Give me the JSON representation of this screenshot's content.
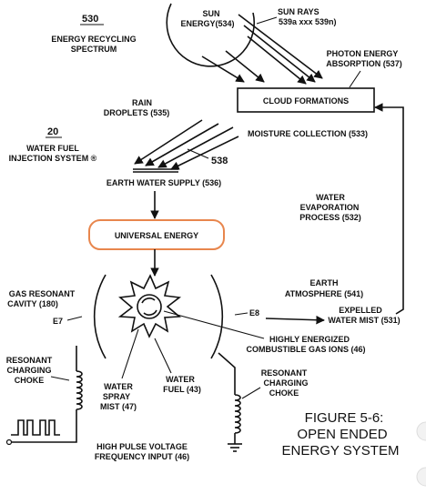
{
  "figure": {
    "number_label": "530",
    "spectrum_label": [
      "ENERGY RECYCLING",
      "SPECTRUM"
    ],
    "caption": [
      "FIGURE 5-6:",
      "OPEN ENDED",
      "ENERGY SYSTEM"
    ]
  },
  "nodes": {
    "sun": [
      "SUN",
      "ENERGY(534)"
    ],
    "sun_rays": [
      "SUN RAYS",
      "539a xxx 539n)"
    ],
    "photon": [
      "PHOTON ENERGY",
      "ABSORPTION (537)"
    ],
    "cloud": "CLOUD FORMATIONS",
    "rain": [
      "RAIN",
      "DROPLETS (535)"
    ],
    "moisture": "MOISTURE COLLECTION (533)",
    "ref_538": "538",
    "water_fuel_num": "20",
    "water_fuel": [
      "WATER FUEL",
      "INJECTION SYSTEM ®"
    ],
    "earth_water": "EARTH WATER SUPPLY (536)",
    "evaporation": [
      "WATER",
      "EVAPORATION",
      "PROCESS (532)"
    ],
    "universal": "UNIVERSAL ENERGY",
    "atmosphere": [
      "EARTH",
      "ATMOSPHERE (541)"
    ],
    "gas_cavity": [
      "GAS RESONANT",
      "CAVITY (180)"
    ],
    "e7": "E7",
    "e8": "E8",
    "expelled": [
      "EXPELLED",
      "WATER MIST (531)"
    ],
    "gas_ions": [
      "HIGHLY ENERGIZED",
      "COMBUSTIBLE GAS IONS (46)"
    ],
    "choke_left": [
      "RESONANT",
      "CHARGING",
      "CHOKE"
    ],
    "spray_mist": [
      "WATER",
      "SPRAY",
      "MIST (47)"
    ],
    "water_fuel_43": [
      "WATER",
      "FUEL (43)"
    ],
    "choke_right": [
      "RESONANT",
      "CHARGING",
      "CHOKE"
    ],
    "pulse_input": [
      "HIGH PULSE VOLTAGE",
      "FREQUENCY INPUT (46)"
    ]
  },
  "colors": {
    "ink": "#111111",
    "universal_border": "#e8864d",
    "background": "#ffffff"
  }
}
